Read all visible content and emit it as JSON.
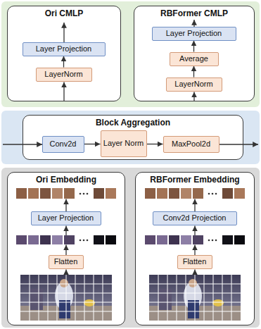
{
  "diagram": {
    "nodes": [
      {
        "text": [
          "Ori CMLP"
        ]
      },
      {
        "text": [
          "Layer Projection"
        ],
        "in": 0
      },
      {
        "text": [
          "LayerNorm"
        ],
        "in": 0
      },
      {
        "text": [
          "RBFormer CMLP"
        ]
      },
      {
        "text": [
          "Layer Projection"
        ],
        "in": 3
      },
      {
        "text": [
          "Average"
        ],
        "in": 3
      },
      {
        "text": [
          "LayerNorm"
        ],
        "in": 3
      },
      {
        "text": [
          "Block Aggregation"
        ]
      },
      {
        "text": [
          "Conv2d"
        ],
        "in": 7
      },
      {
        "text": [
          "Layer Norm"
        ],
        "in": 7
      },
      {
        "text": [
          "MaxPool2d"
        ],
        "in": 7
      },
      {
        "text": [
          "Ori Embedding"
        ]
      },
      {
        "text": [
          "Layer Projection"
        ],
        "in": 11
      },
      {
        "text": [
          "Flatten"
        ],
        "in": 11
      },
      {
        "text": [
          "RBFormer Embedding"
        ]
      },
      {
        "text": [
          "Conv2d Projection"
        ],
        "in": 14
      },
      {
        "text": [
          "Flatten"
        ],
        "in": 14
      }
    ],
    "edges": [
      {
        "from": 2,
        "to": 1,
        "arrow": "to"
      },
      {
        "from": 6,
        "to": 5,
        "arrow": "to"
      },
      {
        "from": 5,
        "to": 4,
        "arrow": "to"
      },
      {
        "from": 8,
        "to": 9,
        "arrow": "to"
      },
      {
        "from": 9,
        "to": 10,
        "arrow": "to"
      }
    ]
  }
}
